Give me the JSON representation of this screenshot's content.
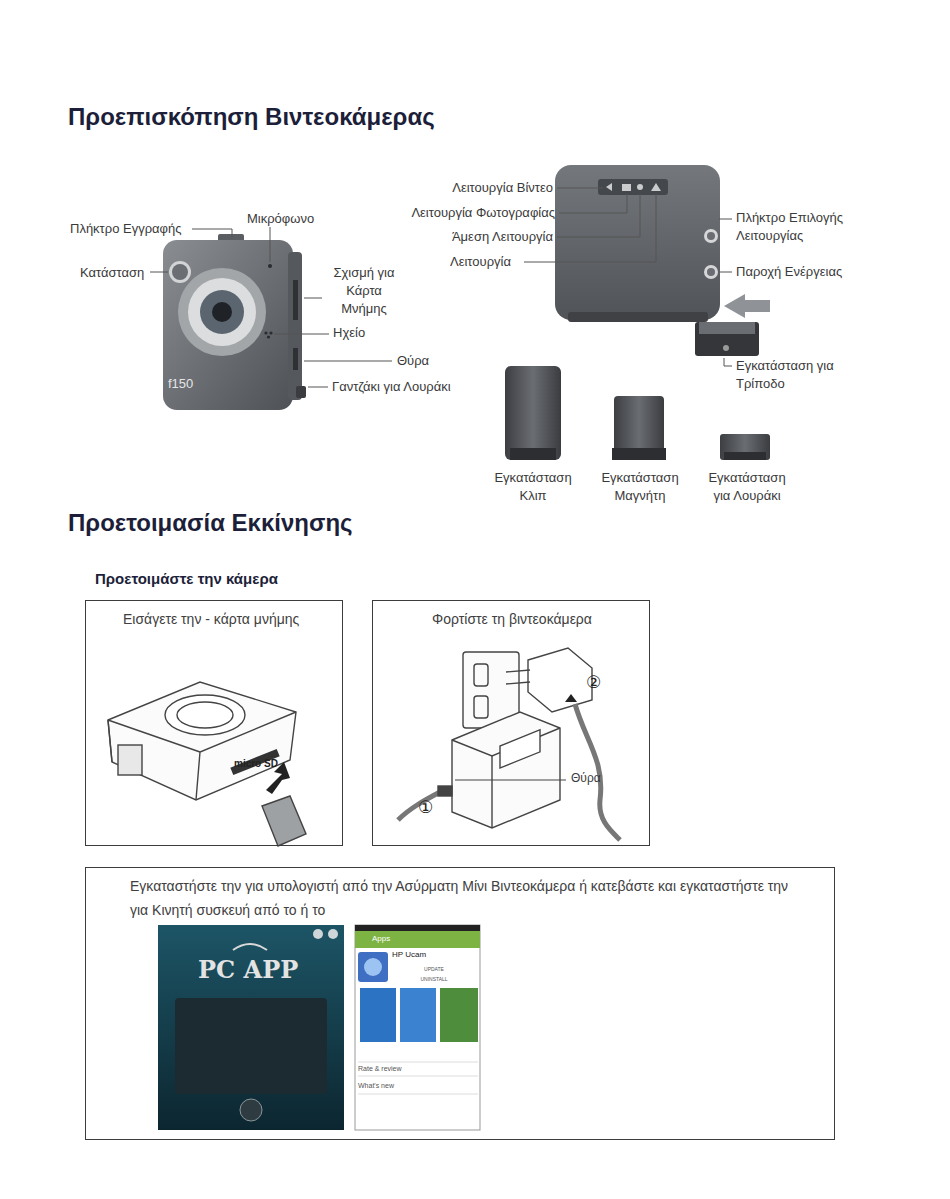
{
  "diagram": {
    "title": "Προεπισκόπηση Βιντεοκάμερας",
    "nodes": [
      {
        "text": [
          "Εισάγετε την - κάρτα μνήμης"
        ]
      },
      {
        "text": [
          "Φορτίστε τη βιντεοκάμερα"
        ]
      },
      {
        "text": [
          "Εγκαταστήστε την για υπολογιστή από την Ασύρματη Μίνι Βιντεοκάμερα ή κατεβάστε και εγκαταστήστε την για Κινητή συσκευή από το ή το"
        ]
      }
    ],
    "labels": [
      "Προετοιμασία Εκκίνησης",
      "Προετοιμάστε την κάμερα",
      "Πλήκτρο Εγγραφής",
      "Μικρόφωνο",
      "Κατάσταση",
      "Σχισμή για Κάρτα Μνήμης",
      "Ηχείο",
      "Θύρα",
      "Γαντζάκι για Λουράκι",
      "Λειτουργία Βίντεο",
      "Λειτουργία Φωτογραφίας",
      "Άμεση Λειτουργία",
      "Λειτουργία",
      "Πλήκτρο Επιλογής Λειτουργίας",
      "Παροχή Ενέργειας",
      "Εγκατάσταση για Τρίποδο",
      "Εγκατάσταση Κλιπ",
      "Εγκατάσταση Μαγνήτη",
      "Εγκατάσταση για Λουράκι",
      "f150",
      "micro SD",
      "①",
      "②",
      "Θύρα",
      "PC APP",
      "Apps",
      "HP Ucam",
      "UPDATE",
      "UNINSTALL",
      "Rate & review",
      "What's new"
    ]
  }
}
